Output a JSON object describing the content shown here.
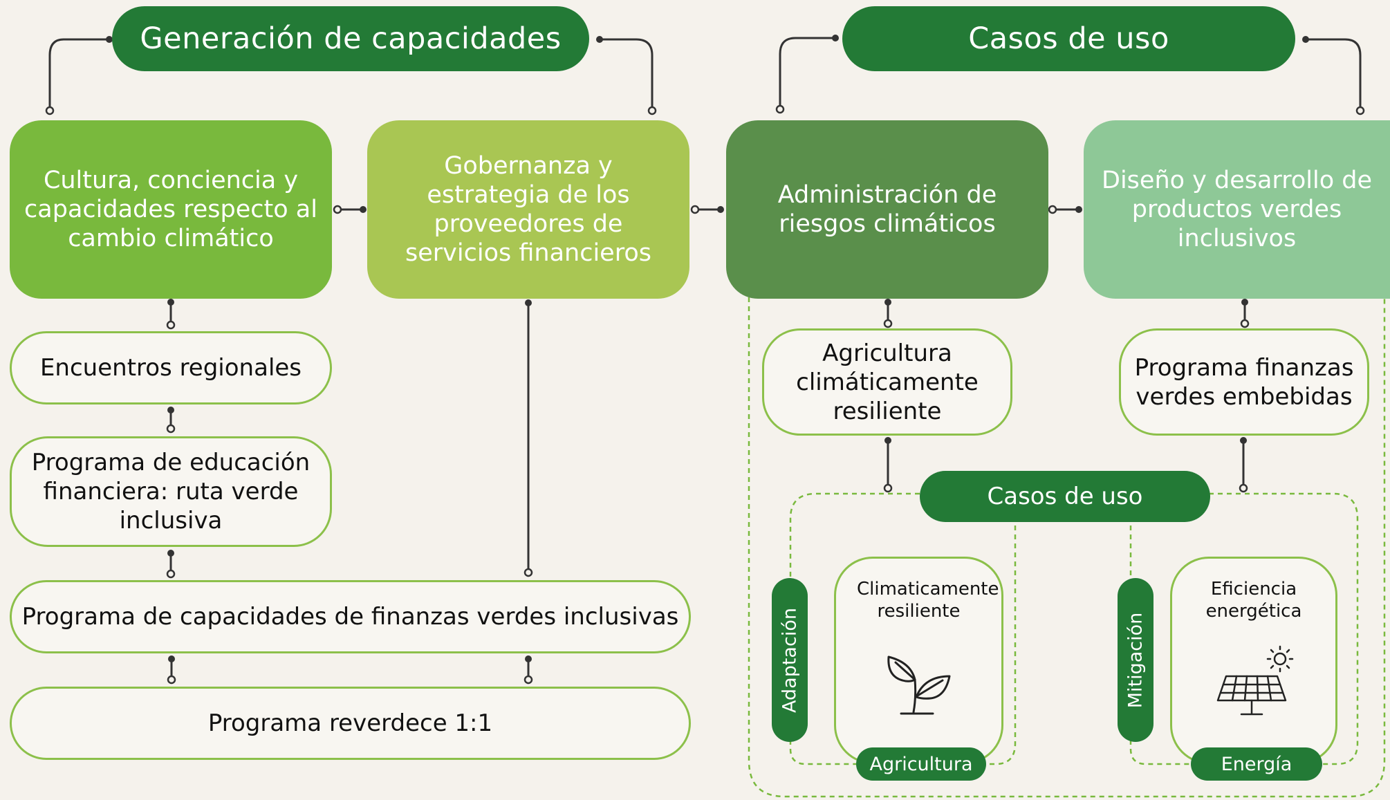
{
  "colors": {
    "background": "#f5f2ec",
    "dark_green": "#237a36",
    "bright_green": "#79b93d",
    "lime_green": "#a9c653",
    "medium_green": "#5a8f4b",
    "light_green": "#8ec897",
    "outline_green": "#8cc04a",
    "connector": "#333333"
  },
  "left_section": {
    "title": "Generación de capacidades",
    "categories": [
      "Cultura, conciencia y capacidades respecto al cambio climático",
      "Gobernanza y estrategia de los proveedores de servicios financieros"
    ],
    "items": [
      "Encuentros regionales",
      "Programa de educación financiera: ruta verde inclusiva",
      "Programa de capacidades de finanzas verdes inclusivas",
      "Programa reverdece 1:1"
    ]
  },
  "right_section": {
    "title": "Casos de uso",
    "categories": [
      "Administración de riesgos climáticos",
      "Diseño y desarrollo de productos verdes inclusivos"
    ],
    "items": [
      "Agricultura climáticamente resiliente",
      "Programa finanzas verdes embebidas"
    ],
    "use_cases": {
      "title": "Casos de uso",
      "groups": [
        {
          "side_label": "Adaptación",
          "card_title": "Climaticamente resiliente",
          "tag": "Agricultura",
          "icon": "seedling-icon"
        },
        {
          "side_label": "Mitigación",
          "card_title": "Eficiencia energética",
          "tag": "Energía",
          "icon": "solar-panel-icon"
        }
      ]
    }
  }
}
